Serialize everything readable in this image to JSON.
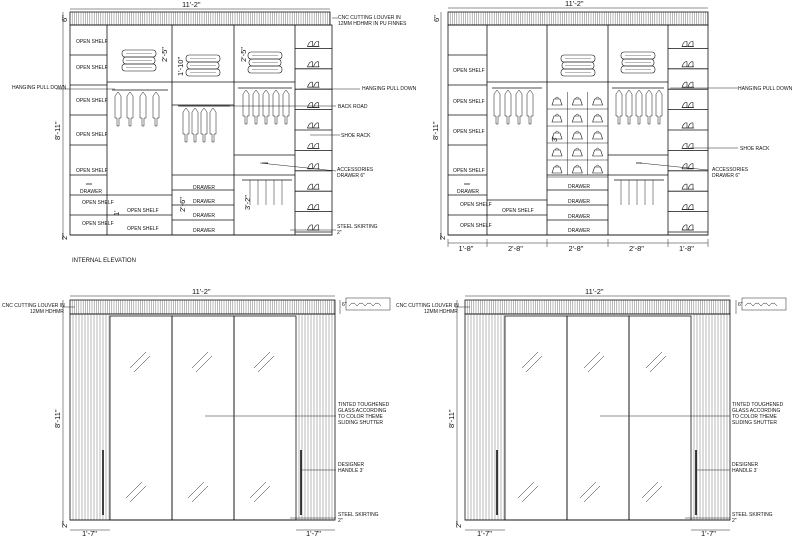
{
  "caption": "INTERNAL ELEVATION",
  "panels": {
    "top_left": {
      "top_width": "11'-2\"",
      "height": "8'-11\"",
      "top_gap": "6\"",
      "bottom_gap": "2\"",
      "louver": "CNC CUTTING LOUVER IN 12MM HDHMR IN PU FINNES",
      "hanging_left": "HANGING PULL DOWN",
      "hanging_right": "HANGING PULL DOWN",
      "back_road": "BACK ROAD",
      "shoe_rack": "SHOE RACK",
      "accessories": "ACCESSORIES DRAWER 6\"",
      "steel": "STEEL SKIRTING",
      "open_shelf": "OPEN SHELF",
      "drawer": "DRAWER",
      "dim_25a": "2'-5\"",
      "dim_25b": "2'-5\"",
      "dim_110": "1'-10\"",
      "dim_32": "3'-2\"",
      "dim_26": "2'-6\"",
      "dim_1": "1'"
    },
    "top_right": {
      "top_width": "11'-2\"",
      "height": "8'-11\"",
      "top_gap": "6\"",
      "bottom_gap": "2\"",
      "hanging": "HANGING PULL DOWN",
      "shoe_rack": "SHOE RACK",
      "accessories": "ACCESSORIES DRAWER 6\"",
      "open_shelf": "OPEN SHELF",
      "drawer": "DRAWER",
      "dim_3": "3'",
      "bottom_dims": [
        "1'-8\"",
        "2'-8\"",
        "2'-8\"",
        "2'-8\"",
        "1'-8\""
      ]
    },
    "bottom_left": {
      "top_width": "11'-2\"",
      "height": "8'-11\"",
      "top_gap": "6\"",
      "bottom_gap": "2\"",
      "louver": "CNC CUTTING LOUVER IN 12MM HDHMR",
      "glass": "TINTED TOUGHENED GLASS ACCORDING TO COLOR THEME SLIDING SHUTTER",
      "handle": "DESIGNER HANDLE 3'",
      "steel": "STEEL SKIRTING 2\"",
      "dim_left": "1'-7\"",
      "dim_right": "1'-7\""
    },
    "bottom_right": {
      "top_width": "11'-2\"",
      "height": "8'-11\"",
      "top_gap": "6\"",
      "bottom_gap": "2\"",
      "louver": "CNC CUTTING LOUVER IN 12MM HDHMR",
      "glass": "TINTED TOUGHENED GLASS ACCORDING TO COLOR THEME SLIDING SHUTTER",
      "handle": "DESIGNER HANDLE 3'",
      "steel": "STEEL SKIRTING 2\"",
      "dim_left": "1'-7\"",
      "dim_right": "1'-7\""
    }
  }
}
